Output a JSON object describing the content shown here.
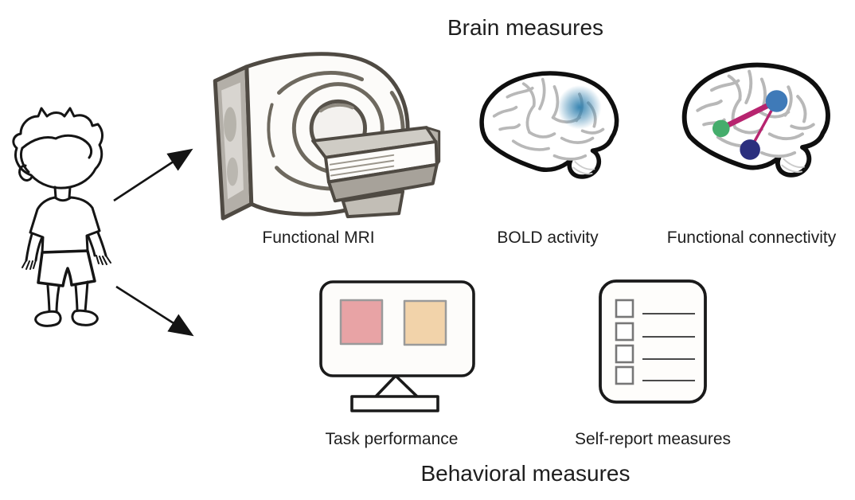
{
  "figure": {
    "top_title": "Brain measures",
    "bottom_title": "Behavioral measures"
  },
  "subject": {
    "icon": "child-figure-icon"
  },
  "connectors": [
    "arrow-to-brain-measures",
    "arrow-to-behavioral-measures"
  ],
  "brain_measures": {
    "items": [
      {
        "label": "Functional MRI",
        "icon": "mri-scanner-icon"
      },
      {
        "label": "BOLD activity",
        "icon": "brain-bold-activity-icon"
      },
      {
        "label": "Functional connectivity",
        "icon": "brain-connectivity-icon"
      }
    ]
  },
  "behavioral_measures": {
    "items": [
      {
        "label": "Task performance",
        "icon": "computer-task-icon"
      },
      {
        "label": "Self-report measures",
        "icon": "questionnaire-checklist-icon"
      }
    ]
  },
  "colors": {
    "bold_blob": "#2e7fae",
    "node_green": "#45ad6c",
    "node_blue": "#3f7ab8",
    "node_navy": "#2b2f7e",
    "edge_magenta": "#b7246f",
    "task_square_left": "#e8a3a5",
    "task_square_right": "#f2d3aa",
    "outline_black": "#141414",
    "sulci_gray": "#b8b8b8"
  }
}
